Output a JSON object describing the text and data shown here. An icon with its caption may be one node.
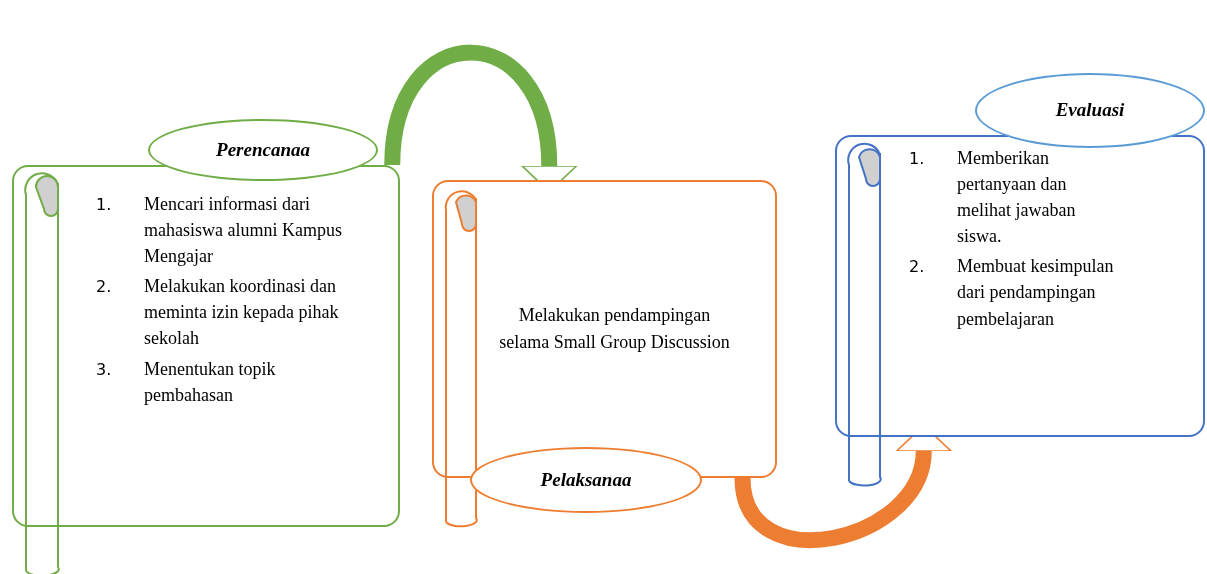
{
  "diagram": {
    "nodes": [
      {
        "text": [
          "Perencanaa"
        ]
      },
      {
        "text": [
          "1.",
          "Mencari informasi dari mahasiswa alumni Kampus Mengajar",
          "2.",
          "Melakukan koordinasi dan meminta izin kepada pihak sekolah",
          "3.",
          "Menentukan topik pembahasan"
        ]
      },
      {
        "text": [
          "Melakukan pendampingan selama Small Group Discussion"
        ]
      },
      {
        "text": [
          "Pelaksanaa"
        ]
      },
      {
        "text": [
          "1.",
          "Memberikan pertanyaan dan melihat jawaban siswa.",
          "2.",
          "Membuat kesimpulan dari pendampingan pembelajaran"
        ]
      },
      {
        "text": [
          "Evaluasi"
        ]
      }
    ],
    "edges": [
      {
        "from": 1,
        "to": 2,
        "arrow": "to",
        "color": "#70ad47"
      },
      {
        "from": 2,
        "to": 4,
        "arrow": "to",
        "color": "#ed7d31"
      }
    ]
  }
}
